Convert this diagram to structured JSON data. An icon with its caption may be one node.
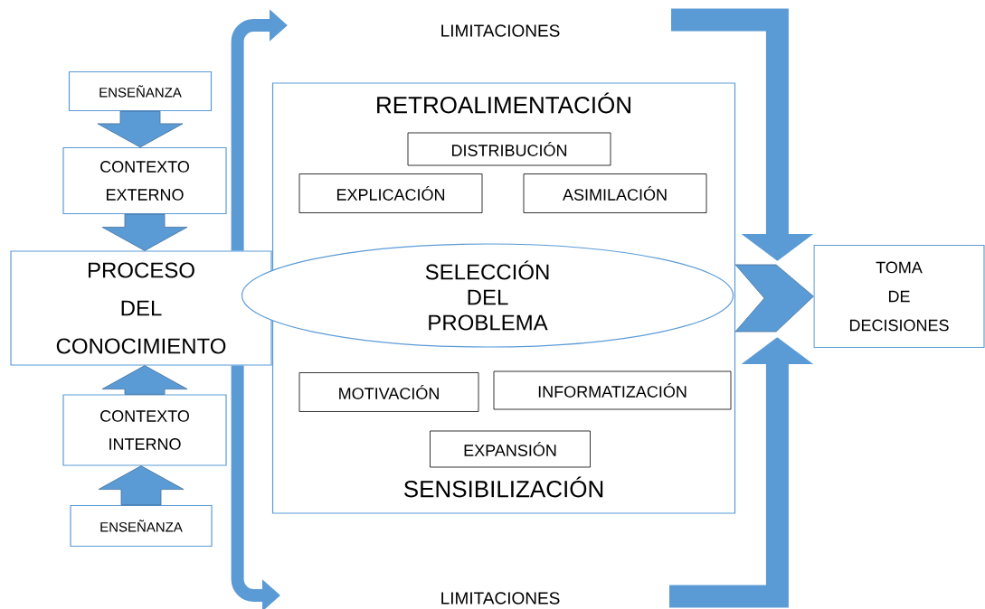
{
  "diagram": {
    "nodes": [
      {
        "text": [
          "ENSEÑANZA"
        ]
      },
      {
        "text": [
          "CONTEXTO EXTERNO"
        ]
      },
      {
        "text": [
          "PROCESO DEL CONOCIMIENTO"
        ]
      },
      {
        "text": [
          "CONTEXTO INTERNO"
        ]
      },
      {
        "text": [
          "ENSEÑANZA"
        ]
      },
      {
        "text": [
          "RETROALIMENTACIÓN",
          "SENSIBILIZACIÓN"
        ]
      },
      {
        "text": [
          "DISTRIBUCIÓN"
        ],
        "in": 5
      },
      {
        "text": [
          "EXPLICACIÓN"
        ],
        "in": 5
      },
      {
        "text": [
          "ASIMILACIÓN"
        ],
        "in": 5
      },
      {
        "text": [
          "SELECCIÓN DEL PROBLEMA"
        ],
        "in": 5
      },
      {
        "text": [
          "MOTIVACIÓN"
        ],
        "in": 5
      },
      {
        "text": [
          "INFORMATIZACIÓN"
        ],
        "in": 5
      },
      {
        "text": [
          "EXPANSIÓN"
        ],
        "in": 5
      },
      {
        "text": [
          "TOMA DE DECISIONES"
        ]
      }
    ],
    "edges": [
      {
        "from": 0,
        "to": 1,
        "arrow": "to"
      },
      {
        "from": 1,
        "to": 2,
        "arrow": "to"
      },
      {
        "from": 4,
        "to": 3,
        "arrow": "to"
      },
      {
        "from": 3,
        "to": 2,
        "arrow": "to"
      },
      {
        "from": 2,
        "to": null,
        "arrow": "to"
      },
      {
        "from": 2,
        "to": null,
        "arrow": "to"
      },
      {
        "from": null,
        "to": 13,
        "arrow": "to"
      },
      {
        "from": null,
        "to": 13,
        "arrow": "to"
      },
      {
        "from": 5,
        "to": 13,
        "arrow": "to"
      }
    ],
    "labels": [
      "LIMITACIONES",
      "LIMITACIONES"
    ]
  }
}
